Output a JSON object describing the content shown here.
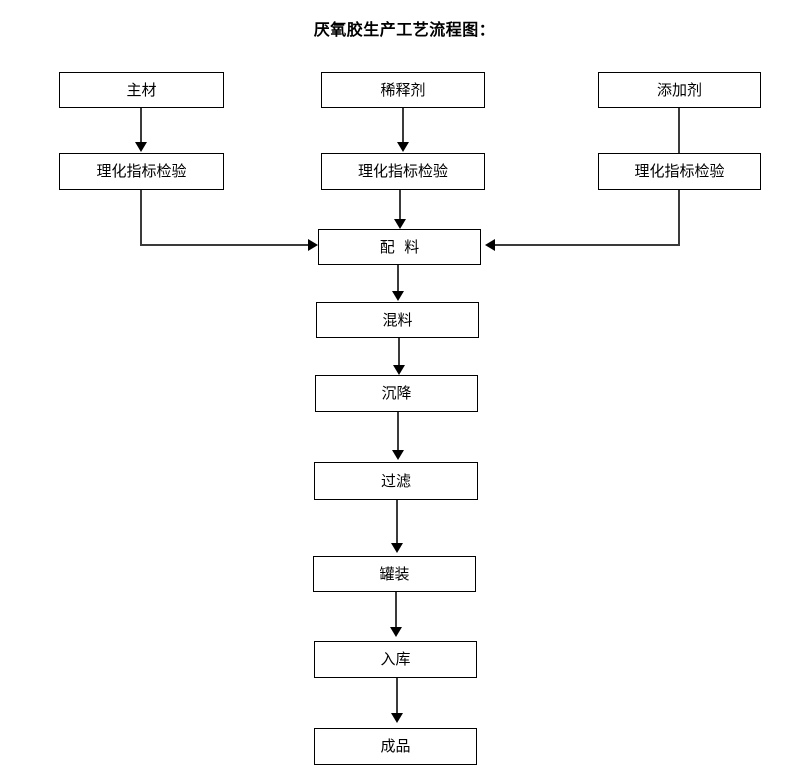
{
  "title": "厌氧胶生产工艺流程图：",
  "diagram": {
    "type": "flowchart",
    "orientation": "top-to-bottom",
    "nodes": [
      {
        "id": "main-material",
        "label": "主材",
        "column": "left",
        "row": 1
      },
      {
        "id": "diluent",
        "label": "稀释剂",
        "column": "center",
        "row": 1
      },
      {
        "id": "additive",
        "label": "添加剂",
        "column": "right",
        "row": 1
      },
      {
        "id": "inspect-left",
        "label": "理化指标检验",
        "column": "left",
        "row": 2
      },
      {
        "id": "inspect-center",
        "label": "理化指标检验",
        "column": "center",
        "row": 2
      },
      {
        "id": "inspect-right",
        "label": "理化指标检验",
        "column": "right",
        "row": 2
      },
      {
        "id": "batching",
        "label": "配  料",
        "column": "center",
        "row": 3
      },
      {
        "id": "mixing",
        "label": "混料",
        "column": "center",
        "row": 4
      },
      {
        "id": "settling",
        "label": "沉降",
        "column": "center",
        "row": 5
      },
      {
        "id": "filtering",
        "label": "过滤",
        "column": "center",
        "row": 6
      },
      {
        "id": "filling",
        "label": "罐装",
        "column": "center",
        "row": 7
      },
      {
        "id": "warehousing",
        "label": "入库",
        "column": "center",
        "row": 8
      },
      {
        "id": "finished-product",
        "label": "成品",
        "column": "center",
        "row": 9
      }
    ],
    "edges": [
      {
        "from": "main-material",
        "to": "inspect-left",
        "style": "straight-down",
        "arrowhead": true
      },
      {
        "from": "diluent",
        "to": "inspect-center",
        "style": "straight-down",
        "arrowhead": true
      },
      {
        "from": "additive",
        "to": "inspect-right",
        "style": "straight-down",
        "arrowhead": false
      },
      {
        "from": "inspect-left",
        "to": "batching",
        "style": "elbow-right",
        "arrowhead": true
      },
      {
        "from": "inspect-center",
        "to": "batching",
        "style": "straight-down",
        "arrowhead": true
      },
      {
        "from": "inspect-right",
        "to": "batching",
        "style": "elbow-left",
        "arrowhead": true
      },
      {
        "from": "batching",
        "to": "mixing",
        "style": "straight-down",
        "arrowhead": true
      },
      {
        "from": "mixing",
        "to": "settling",
        "style": "straight-down",
        "arrowhead": true
      },
      {
        "from": "settling",
        "to": "filtering",
        "style": "straight-down",
        "arrowhead": true
      },
      {
        "from": "filtering",
        "to": "filling",
        "style": "straight-down",
        "arrowhead": true
      },
      {
        "from": "filling",
        "to": "warehousing",
        "style": "straight-down",
        "arrowhead": true
      },
      {
        "from": "warehousing",
        "to": "finished-product",
        "style": "straight-down",
        "arrowhead": true
      }
    ]
  },
  "colors": {
    "background": "#ffffff",
    "box_border": "#000000",
    "text": "#000000",
    "connector": "#3a3a3a",
    "arrowhead": "#000000"
  }
}
